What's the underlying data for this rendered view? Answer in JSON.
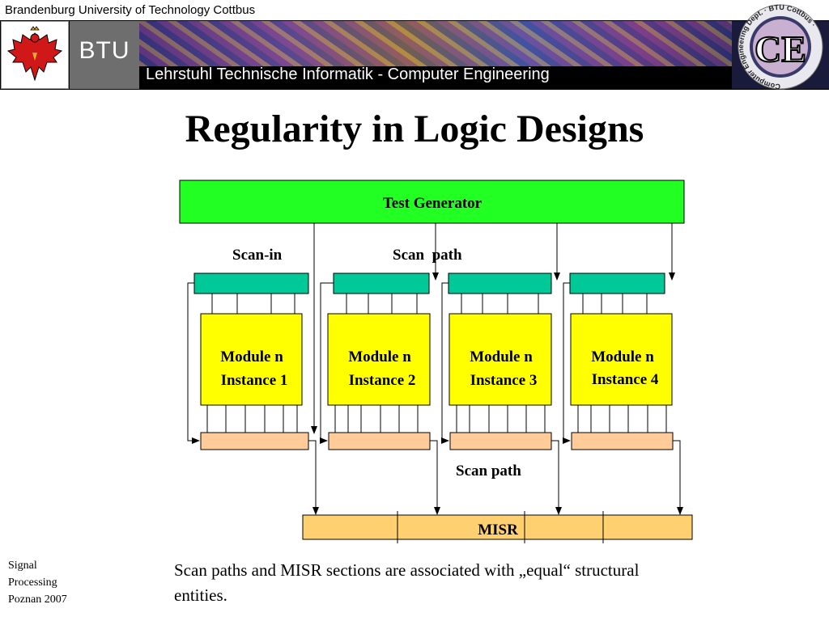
{
  "header": {
    "university": "Brandenburg University of Technology Cottbus",
    "logo_text": "BTU",
    "chair": "Lehrstuhl Technische Informatik - Computer Engineering",
    "ce_logo_text": "CE",
    "ce_ring_text": "Computer Engineering Dept. · BTU Cottbus ·"
  },
  "slide": {
    "title": "Regularity in Logic Designs",
    "caption": "Scan paths and MISR sections are associated with „equal“ structural entities.",
    "footer": [
      "Signal",
      "Processing",
      "Poznan 2007"
    ]
  },
  "diagram": {
    "test_generator": "Test Generator",
    "scan_in": "Scan-in",
    "scan_path_top": "Scan  path",
    "scan_path_bottom": "Scan path",
    "misr": "MISR",
    "modules": [
      {
        "line1": "Module n",
        "line2": "Instance 1"
      },
      {
        "line1": "Module n",
        "line2": "Instance 2"
      },
      {
        "line1": "Module n",
        "line2": "Instance 3"
      },
      {
        "line1": "Module n",
        "line2": "Instance 4"
      }
    ],
    "colors": {
      "test_generator": "#22ff22",
      "scan_register": "#00c896",
      "module": "#ffff00",
      "output_register": "#ffcc99",
      "misr": "#ffd070"
    }
  }
}
